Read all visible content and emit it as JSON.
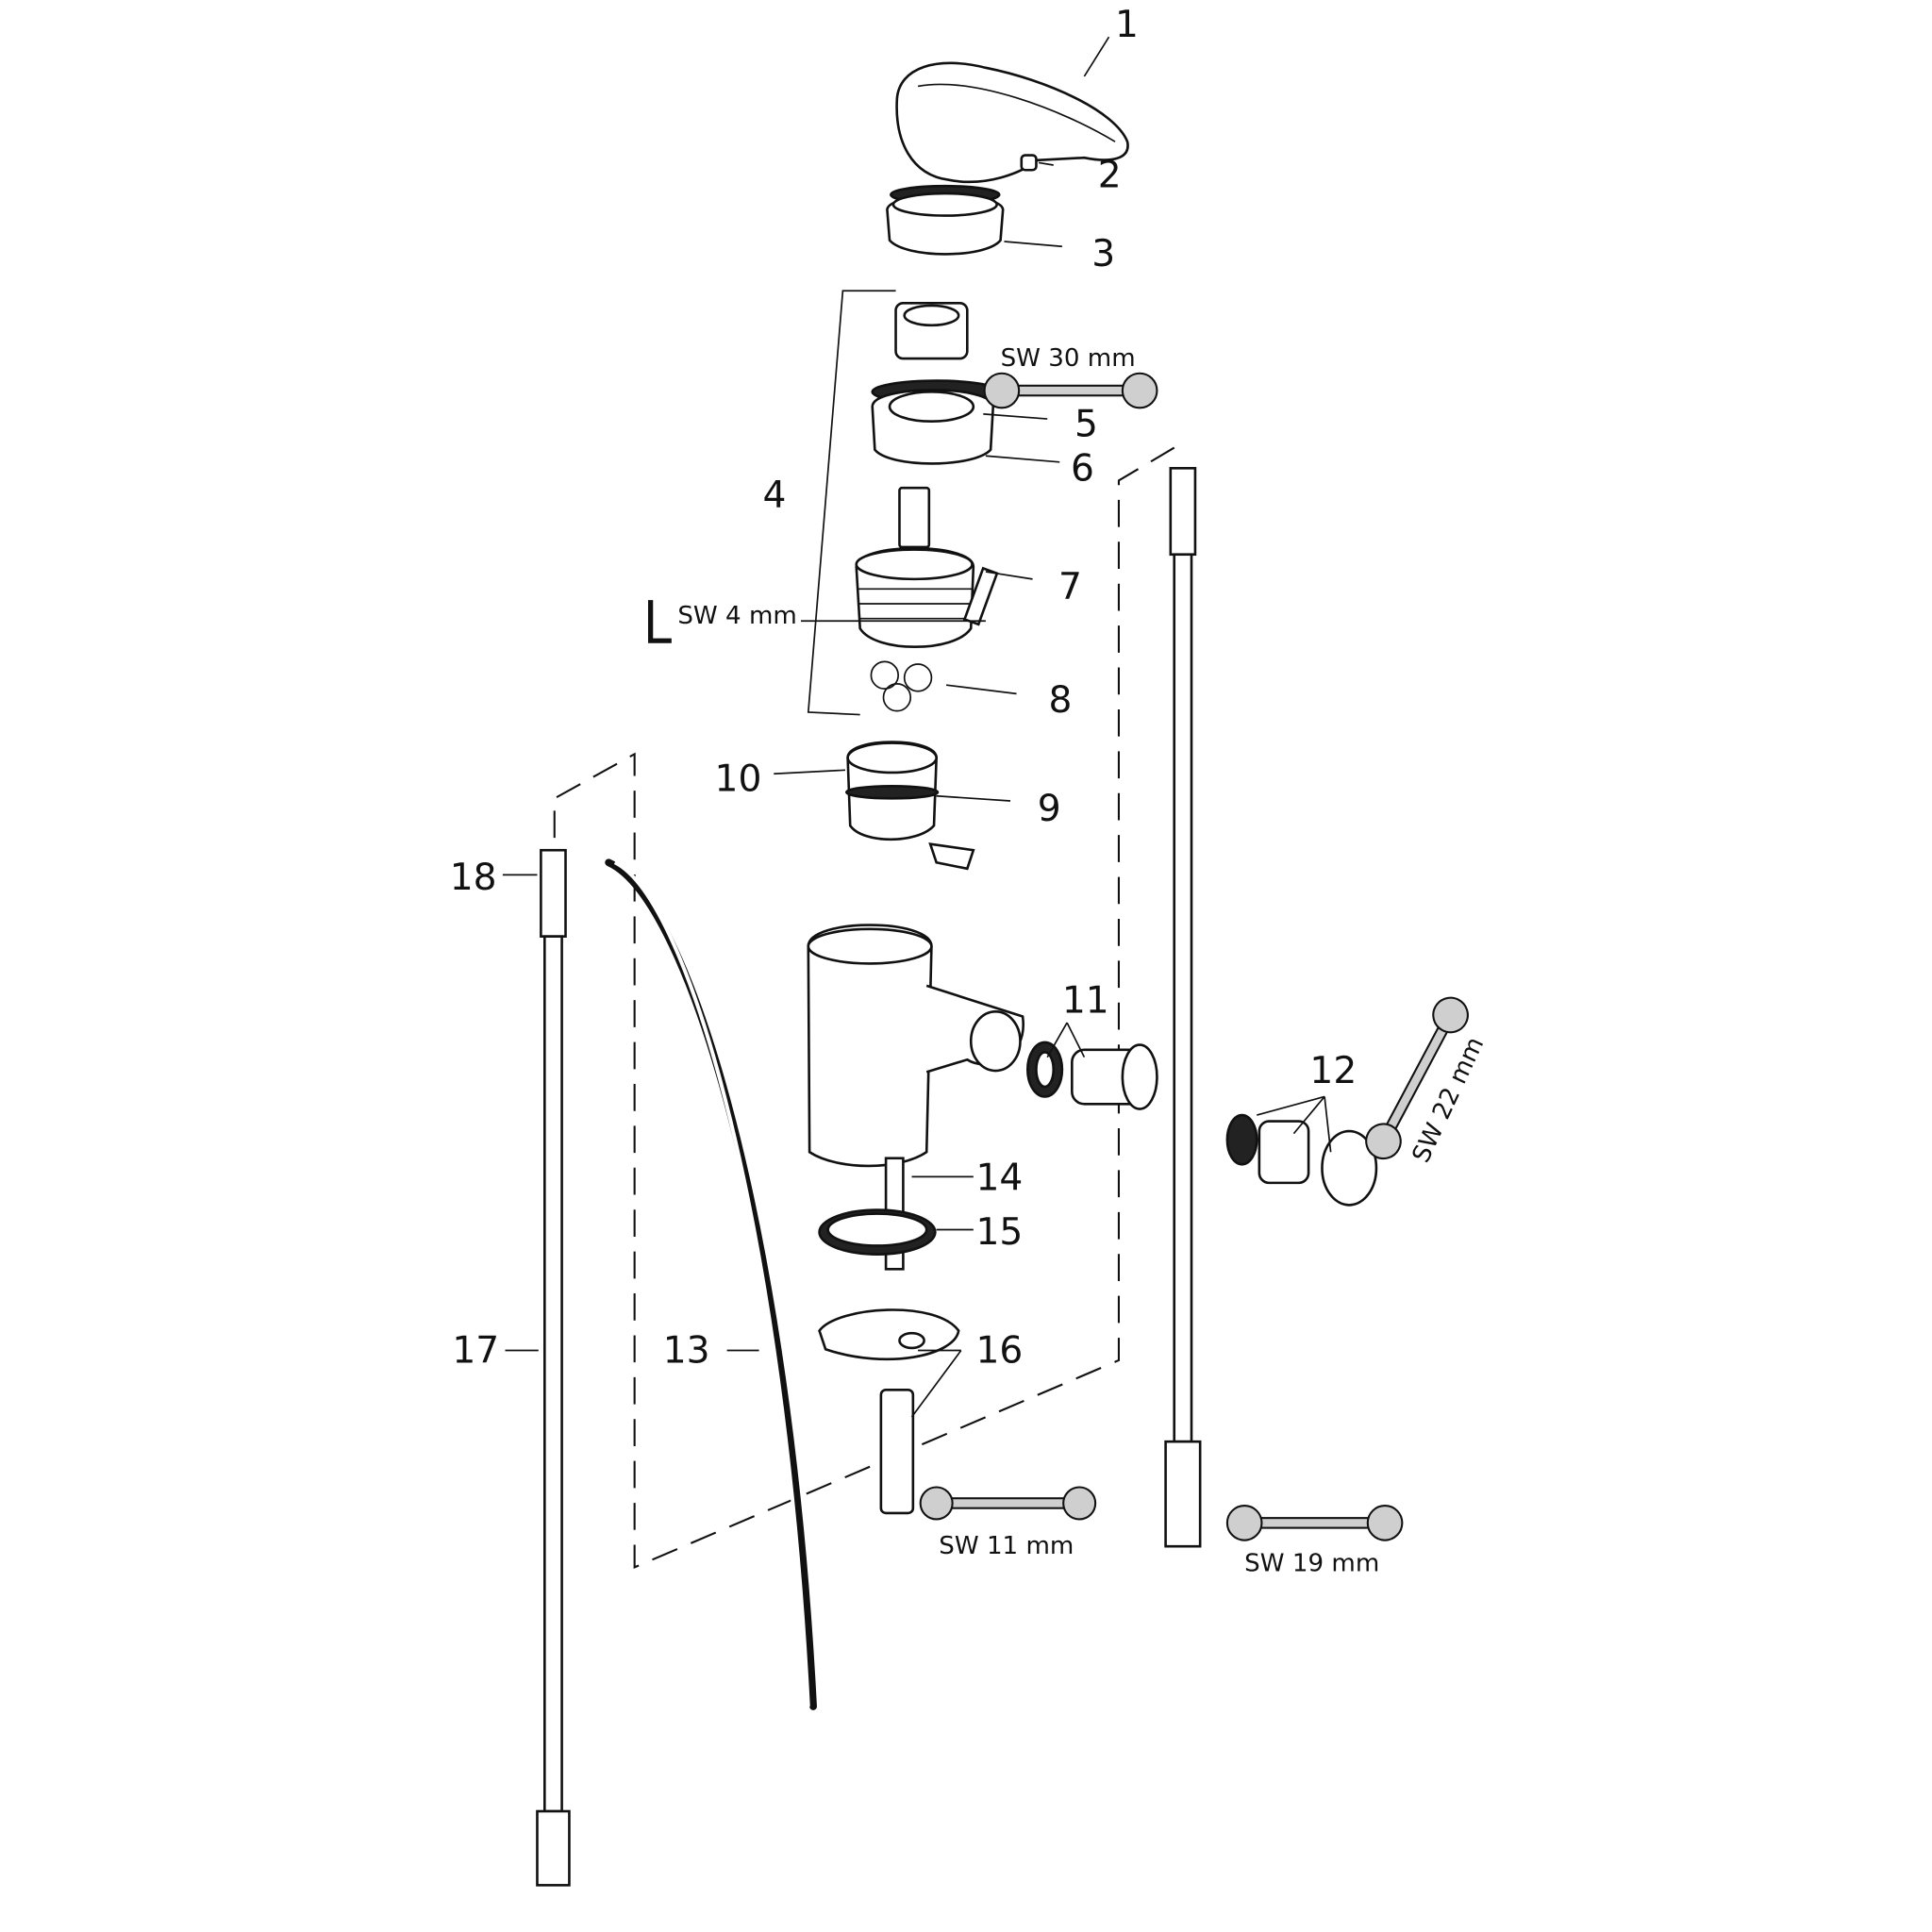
{
  "part_labels": [
    "1",
    "2",
    "3",
    "4",
    "5",
    "6",
    "7",
    "8",
    "9",
    "10",
    "11",
    "12",
    "13",
    "14",
    "15",
    "16",
    "17",
    "18"
  ],
  "tool_labels": {
    "sw30": "SW 30 mm",
    "sw4": "SW 4 mm",
    "sw22": "SW 22 mm",
    "sw11": "SW 11 mm",
    "sw19": "SW 19 mm"
  }
}
